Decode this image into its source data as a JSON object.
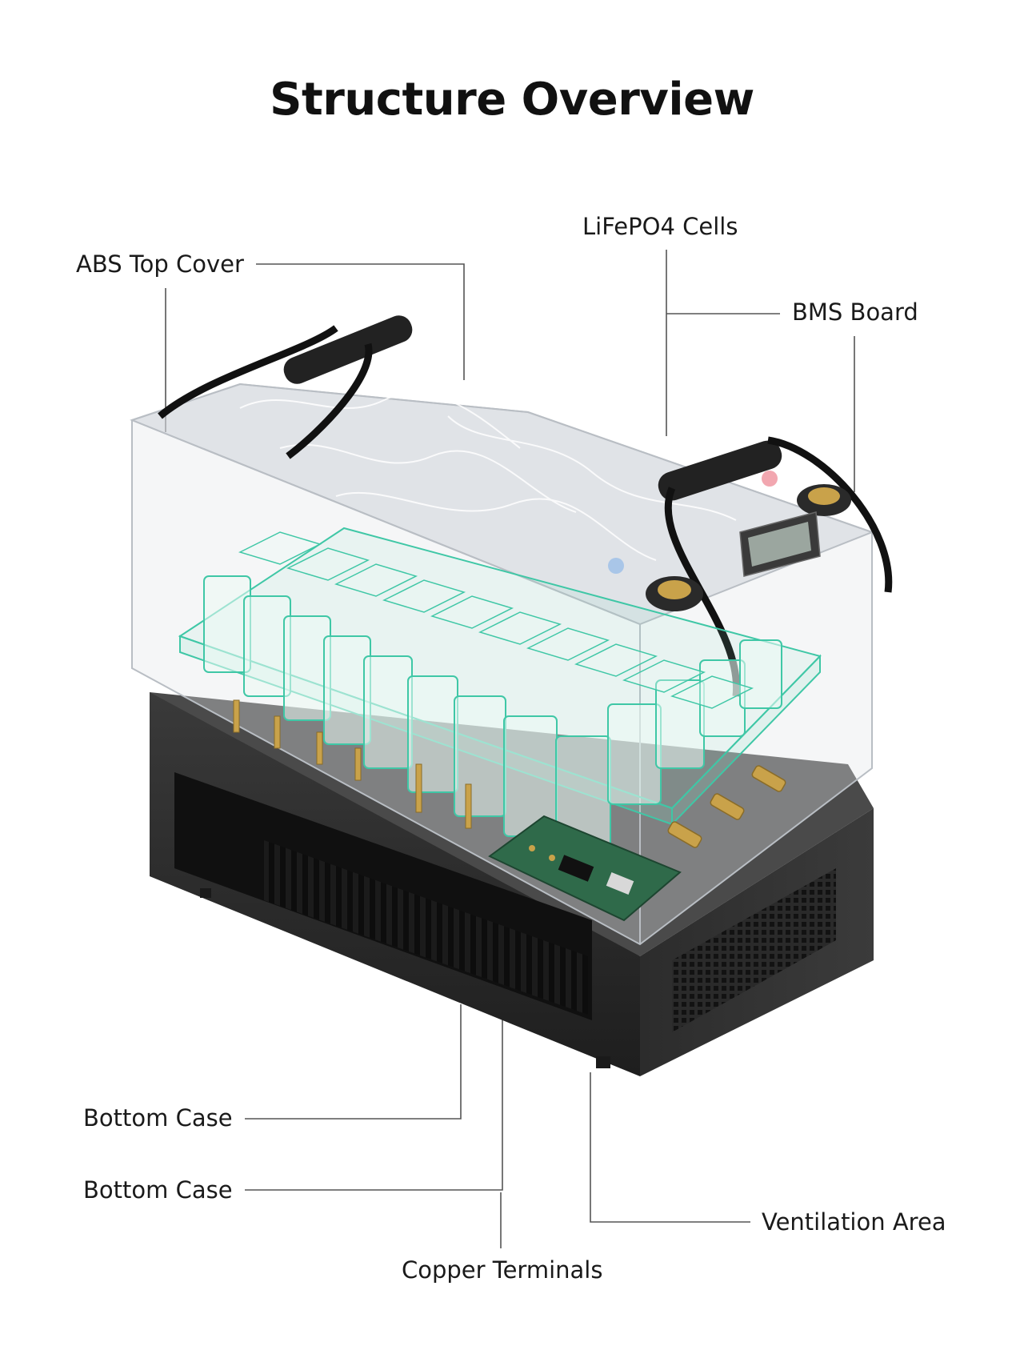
{
  "title": "Structure Overview",
  "labels": {
    "abs_top_cover": "ABS Top Cover",
    "lifepo4_cells": "LiFePO4 Cells",
    "bms_board": "BMS Board",
    "bottom_case_1": "Bottom Case",
    "bottom_case_2": "Bottom Case",
    "ventilation_area": "Ventilation Area",
    "copper_terminals": "Copper Terminals"
  },
  "colors": {
    "cell_outline": "#3fc7a6",
    "housing": "#2b2b2b",
    "terminal": "#c9a24a",
    "pcb": "#2f6a4a"
  }
}
